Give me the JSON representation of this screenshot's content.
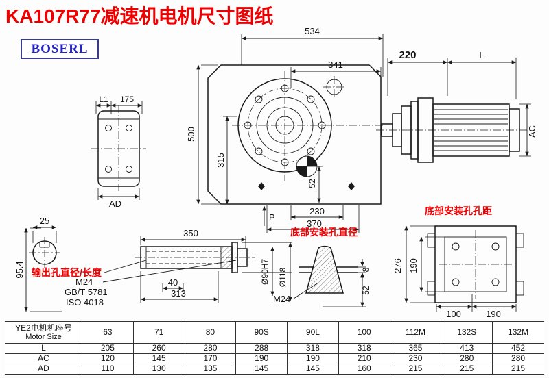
{
  "colors": {
    "accent_red": "#EE0000",
    "logo_blue": "#2424C8",
    "line": "#1A1A1A"
  },
  "title": "KA107R77减速机电机尺寸图纸",
  "logo": {
    "text": "BOSERL"
  },
  "views": {
    "side_small": {
      "dim_l1": "L1",
      "dim_175": "175",
      "label_ad": "AD"
    },
    "main": {
      "dim_534": "534",
      "dim_341": "341",
      "dim_500": "500",
      "dim_315": "315",
      "dim_52": "52",
      "dim_230": "230",
      "dim_370": "370",
      "label_p": "P"
    },
    "motor": {
      "dim_220": "220",
      "dim_l": "L",
      "dim_ac": "AC"
    },
    "shaft_section": {
      "dim_25": "25",
      "dim_95_4": "95.4"
    },
    "output_shaft": {
      "dim_350": "350",
      "dim_40": "40",
      "dim_313": "313",
      "label_output": "输出孔直径/长度",
      "label_m24": "M24",
      "label_gb": "GB/T 5781",
      "label_iso": "ISO 4018",
      "label_d90": "Ø90H7",
      "label_d118": "Ø118"
    },
    "hole_detail": {
      "title": "底部安装孔直径",
      "label_m24": "M24",
      "dim_8": "8",
      "dim_52": "52"
    },
    "bottom": {
      "title": "底部安装孔孔距",
      "dim_276": "276",
      "dim_190_v": "190",
      "dim_100": "100",
      "dim_190_h": "190"
    }
  },
  "table": {
    "header": {
      "line1": "YE2电机机座号",
      "line2": "Motor Size",
      "sizes": [
        "63",
        "71",
        "80",
        "90S",
        "90L",
        "100",
        "112M",
        "132S",
        "132M"
      ]
    },
    "rows": [
      {
        "label": "L",
        "values": [
          "205",
          "260",
          "280",
          "288",
          "318",
          "318",
          "365",
          "413",
          "452"
        ]
      },
      {
        "label": "AC",
        "values": [
          "120",
          "145",
          "170",
          "190",
          "190",
          "210",
          "230",
          "280",
          "280"
        ]
      },
      {
        "label": "AD",
        "values": [
          "110",
          "130",
          "135",
          "145",
          "145",
          "160",
          "215",
          "215",
          "215"
        ]
      }
    ]
  }
}
